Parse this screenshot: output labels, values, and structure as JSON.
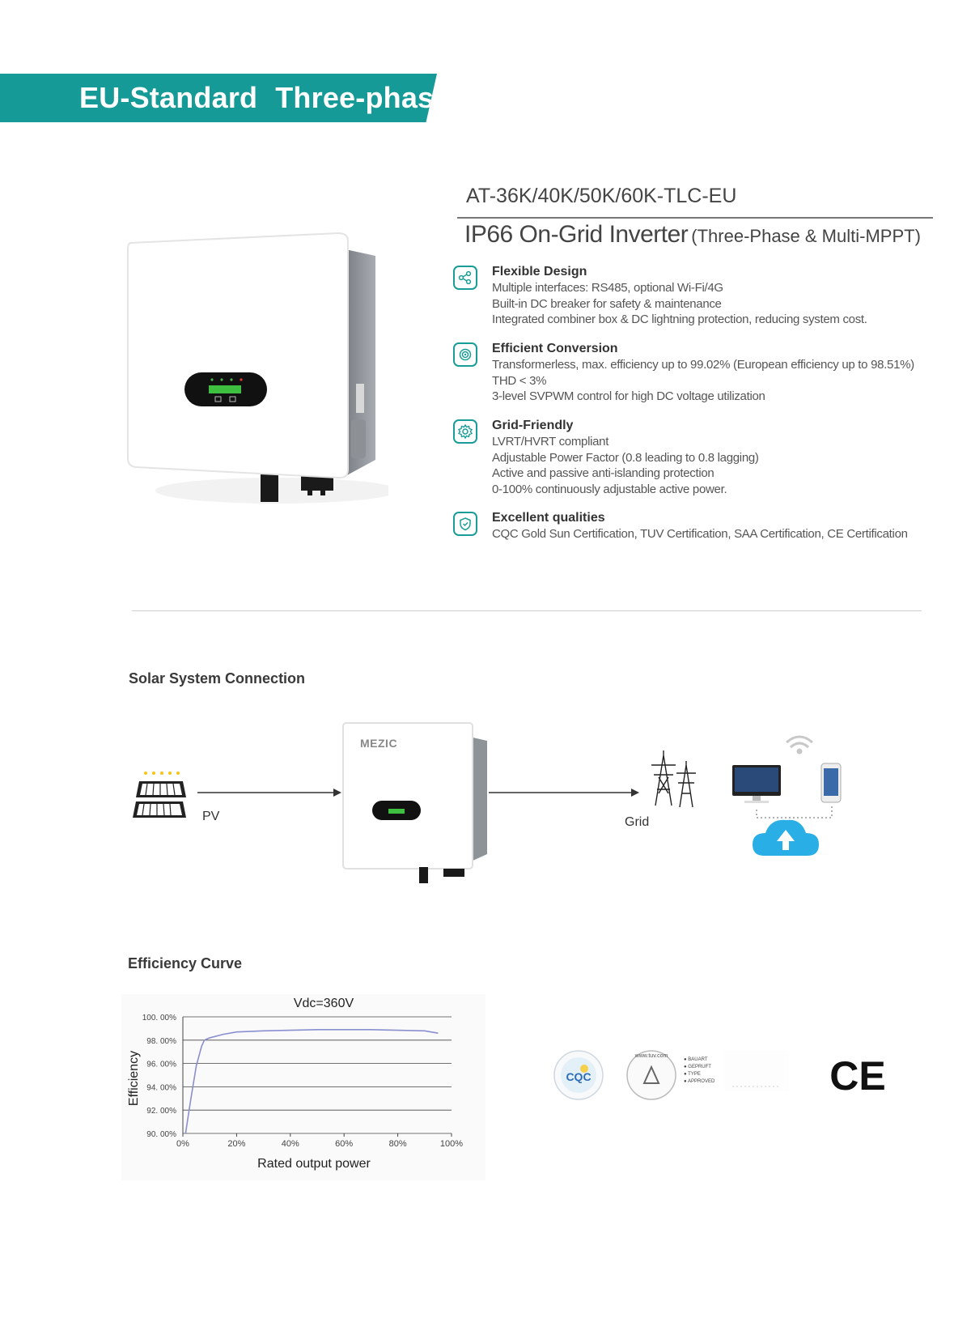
{
  "banner": {
    "word1": "EU-Standard",
    "word2": "Three-phase"
  },
  "product": {
    "model": "AT-36K/40K/50K/60K-TLC-EU",
    "title_main": "IP66 On-Grid Inverter",
    "title_sub": "(Three-Phase & Multi-MPPT)"
  },
  "features": [
    {
      "icon": "share-icon",
      "title": "Flexible Design",
      "lines": [
        "Multiple interfaces: RS485, optional Wi-Fi/4G",
        "Built-in DC breaker for safety & maintenance",
        "Integrated combiner box & DC lightning protection, reducing system cost."
      ]
    },
    {
      "icon": "target-icon",
      "title": "Efficient Conversion",
      "lines": [
        "Transformerless, max. efficiency up to 99.02% (European efficiency up to 98.51%)",
        "THD < 3%",
        "3-level SVPWM control for high DC voltage utilization"
      ]
    },
    {
      "icon": "gear-icon",
      "title": "Grid-Friendly",
      "lines": [
        "LVRT/HVRT compliant",
        "Adjustable Power Factor (0.8 leading to 0.8 lagging)",
        "Active and passive anti-islanding protection",
        "0-100%  continuously  adjustable active power."
      ]
    },
    {
      "icon": "shield-icon",
      "title": "Excellent qualities",
      "lines": [
        "CQC Gold Sun Certification, TUV Certification, SAA Certification, CE Certification"
      ]
    }
  ],
  "connection": {
    "title": "Solar System Connection",
    "pv_label": "PV",
    "grid_label": "Grid",
    "brand": "MEZIC"
  },
  "efficiency": {
    "title": "Efficiency Curve"
  },
  "chart_data": {
    "type": "line",
    "title": "Vdc=360V",
    "xlabel": "Rated output power",
    "ylabel": "Efficiency",
    "xlim": [
      0,
      100
    ],
    "ylim": [
      90,
      100
    ],
    "x_ticks": [
      "0%",
      "20%",
      "40%",
      "60%",
      "80%",
      "100%"
    ],
    "y_ticks": [
      "100. 00%",
      "98. 00%",
      "96. 00%",
      "94. 00%",
      "92. 00%",
      "90. 00%"
    ],
    "grid": true,
    "series": [
      {
        "x": [
          1,
          3,
          5,
          7,
          8,
          10,
          15,
          20,
          30,
          40,
          50,
          60,
          70,
          80,
          90,
          95
        ],
        "y": [
          90,
          93,
          95.8,
          97.5,
          98.0,
          98.2,
          98.5,
          98.7,
          98.8,
          98.85,
          98.9,
          98.9,
          98.9,
          98.85,
          98.8,
          98.6
        ]
      }
    ],
    "color": "#8a8fd0"
  },
  "certs": {
    "cqc": "CQC",
    "tuv_site": "www.tuv.com",
    "tuv_lines": [
      "BAUART",
      "GEPRUFT",
      "TYPE",
      "APPROVED"
    ],
    "ce": "CE"
  }
}
